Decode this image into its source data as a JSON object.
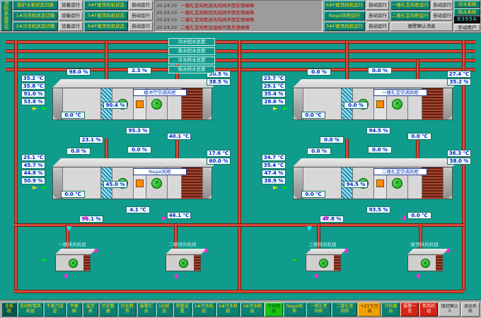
{
  "colors": {
    "background": "#0f9c8d",
    "pipe": "#d44a38",
    "pipe_outline": "#6e1f14",
    "panel_gray": "#a8a8a8",
    "button_teal": "#0b8074",
    "button_text": "#ffe000",
    "value_text": "#0018cc",
    "alarm_text": "#a80000",
    "fan_green": "#0fa00f"
  },
  "topbar": {
    "fire_label": "消防系统优先",
    "left_pairs": [
      {
        "label": "锅炉水泵状态切换",
        "action": "设备运行"
      },
      {
        "label": "1#冷冻机状态切换",
        "action": "设备运行"
      },
      {
        "label": "2#冷冻机状态切换",
        "action": "设备运行"
      }
    ],
    "mid_pairs": [
      {
        "label": "3#F楼顶风机状态",
        "action": "自动运行"
      },
      {
        "label": "5#F楼顶风机状态",
        "action": "自动运行"
      },
      {
        "label": "6#F楼顶风机状态",
        "action": "自动运行"
      }
    ],
    "alarms": [
      {
        "time": "20:24:33",
        "message": "一楼礼堂风柜送风风阀开度反馈故障"
      },
      {
        "time": "20:24:33",
        "message": "一楼礼堂风柜回风风阀开度反馈故障"
      },
      {
        "time": "20:24:33",
        "message": "二楼礼堂风柜送风风阀开度反馈故障"
      },
      {
        "time": "20:24:33",
        "message": "二楼礼堂风柜加湿阀开度反馈故障"
      }
    ],
    "right_pairs": [
      {
        "label": "6#F楼顶风机运行",
        "action": "自动运行"
      },
      {
        "label": "Nagal风柜运行",
        "action": "自动运行"
      },
      {
        "label": "3#F楼顶风机运行",
        "action": "自动运行"
      }
    ],
    "right_pairs2": [
      {
        "label": "一楼礼堂风柜运行",
        "action": "自动运行"
      },
      {
        "label": "二楼礼堂风柜运行",
        "action": "自动运行"
      }
    ],
    "ack_button": "报警确认消音",
    "system_labels": [
      "冷水系统",
      "热水系统"
    ],
    "display_value": "B395A",
    "user_button": "手动用户"
  },
  "pipes": {
    "headers": [
      "冷水回水总管",
      "热水回水总管",
      "冷水供水总管",
      "热水供水总管"
    ]
  },
  "ahus": [
    {
      "name": "缓冲厅空调风柜",
      "left_values": [
        "35.2 ℃",
        "35.8 ℃",
        "91.0 %",
        "53.8 %"
      ],
      "top_values": [
        "98.0 %",
        "2.3 %"
      ],
      "right_values": [
        "30.5 %",
        "38.5 %"
      ],
      "mid_values": [
        "90.4 %",
        "0.0 ℃"
      ],
      "bottom_values": [
        "95.3 %",
        "23.1 %",
        "40.1 ℃"
      ]
    },
    {
      "name": "一楼礼堂空调风柜",
      "left_values": [
        "23.7 ℃",
        "29.1 ℃",
        "35.4 %",
        "28.6 %"
      ],
      "top_values": [
        "0.0 %",
        "0.0 %"
      ],
      "right_values": [
        "27.4 ℃",
        "35.2 %"
      ],
      "mid_values": [
        "0.0 %",
        "0.0 ℃"
      ],
      "bottom_values": [
        "94.5 %",
        "0.0 %",
        "0.0 ℃"
      ]
    },
    {
      "name": "Nagal风柜",
      "left_values": [
        "25.1 ℃",
        "45.7 %",
        "44.8 %",
        "50.9 %"
      ],
      "top_values": [
        "0.0 %",
        "0.0 %"
      ],
      "right_values": [
        "17.6 ℃",
        "60.0 %"
      ],
      "mid_values": [
        "45.0 %",
        "0.0 ℃"
      ],
      "bottom_values": [
        "4.1 ℃",
        "96.1 %",
        "46.1 ℃"
      ]
    },
    {
      "name": "二楼礼堂空调风柜",
      "left_values": [
        "34.7 ℃",
        "35.4 ℃",
        "47.4 %",
        "38.9 %"
      ],
      "top_values": [
        "0.0 %",
        "0.0 %"
      ],
      "right_values": [
        "36.3 ℃",
        "38.0 %"
      ],
      "mid_values": [
        "94.5 %",
        "0.0 ℃"
      ],
      "bottom_values": [
        "93.5 %",
        "47.8 %",
        "0.0 ℃"
      ]
    }
  ],
  "exhaust_fans": [
    {
      "label": "一楼排风机组"
    },
    {
      "label": "二楼排风机组"
    },
    {
      "label": "三楼排风机组"
    },
    {
      "label": "屋顶排风机组"
    }
  ],
  "bottombar": {
    "buttons": [
      {
        "label": "全系统"
      },
      {
        "label": "车间附楼风机组"
      },
      {
        "label": "干蒸汽加湿"
      },
      {
        "label": "平衡图"
      },
      {
        "label": "监控表"
      },
      {
        "label": "历史数据"
      },
      {
        "label": "历史趋势"
      },
      {
        "label": "报警汇总"
      },
      {
        "label": "I/O状态"
      },
      {
        "label": "参数设置"
      },
      {
        "label": "1#冷冻机组"
      },
      {
        "label": "2#冷冻机组"
      },
      {
        "label": "3#冷冻机组"
      },
      {
        "label": "冷却塔组"
      },
      {
        "label": "Nagal风柜"
      },
      {
        "label": "一楼礼堂风柜"
      },
      {
        "label": "二楼礼堂风柜"
      },
      {
        "label": "+21℃空调"
      },
      {
        "label": "冷热源站"
      },
      {
        "label": "报警一览"
      },
      {
        "label": "新风机组"
      },
      {
        "label": "值班确认人"
      },
      {
        "label": "退出系统"
      }
    ]
  }
}
